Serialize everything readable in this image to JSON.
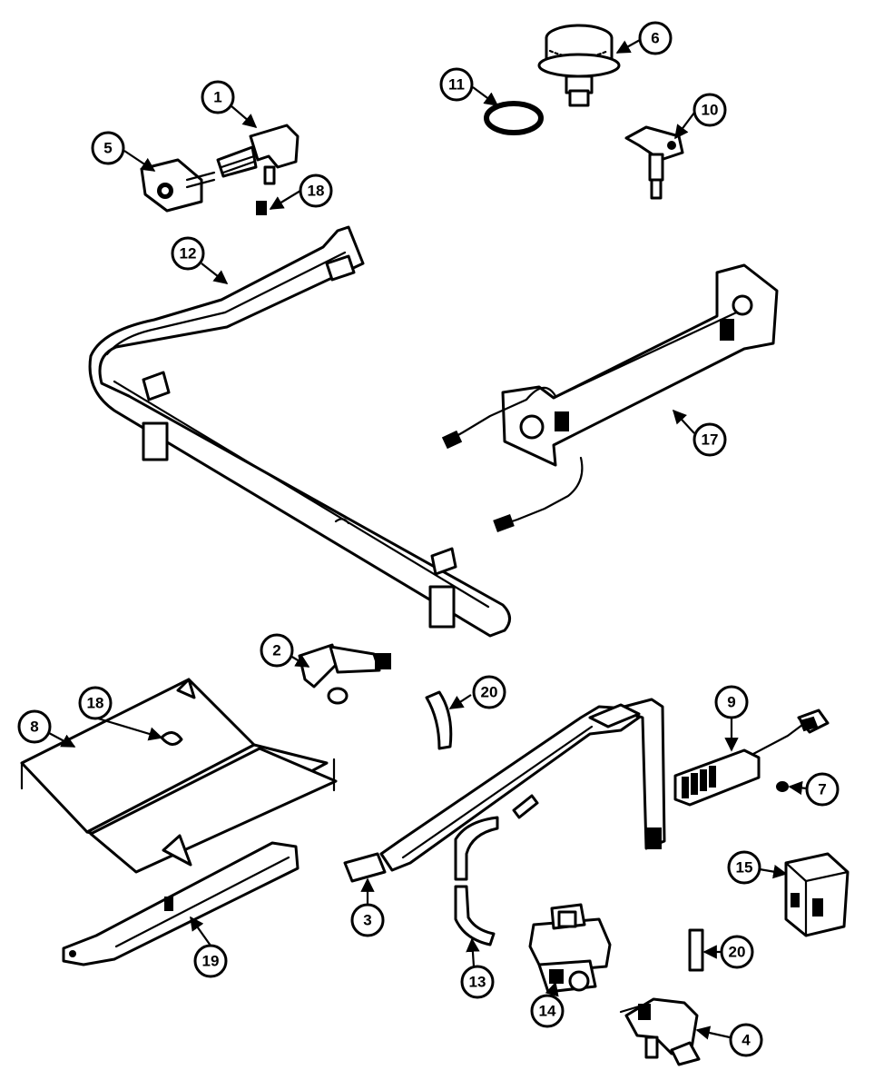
{
  "callouts": [
    {
      "id": "1",
      "label": "1"
    },
    {
      "id": "2",
      "label": "2"
    },
    {
      "id": "3",
      "label": "3"
    },
    {
      "id": "4",
      "label": "4"
    },
    {
      "id": "5",
      "label": "5"
    },
    {
      "id": "6",
      "label": "6"
    },
    {
      "id": "7",
      "label": "7"
    },
    {
      "id": "8",
      "label": "8"
    },
    {
      "id": "9",
      "label": "9"
    },
    {
      "id": "10",
      "label": "10"
    },
    {
      "id": "11",
      "label": "11"
    },
    {
      "id": "12",
      "label": "12"
    },
    {
      "id": "13",
      "label": "13"
    },
    {
      "id": "14",
      "label": "14"
    },
    {
      "id": "15",
      "label": "15"
    },
    {
      "id": "17",
      "label": "17"
    },
    {
      "id": "18a",
      "label": "18"
    },
    {
      "id": "18b",
      "label": "18"
    },
    {
      "id": "19",
      "label": "19"
    },
    {
      "id": "20a",
      "label": "20"
    },
    {
      "id": "20b",
      "label": "20"
    }
  ]
}
